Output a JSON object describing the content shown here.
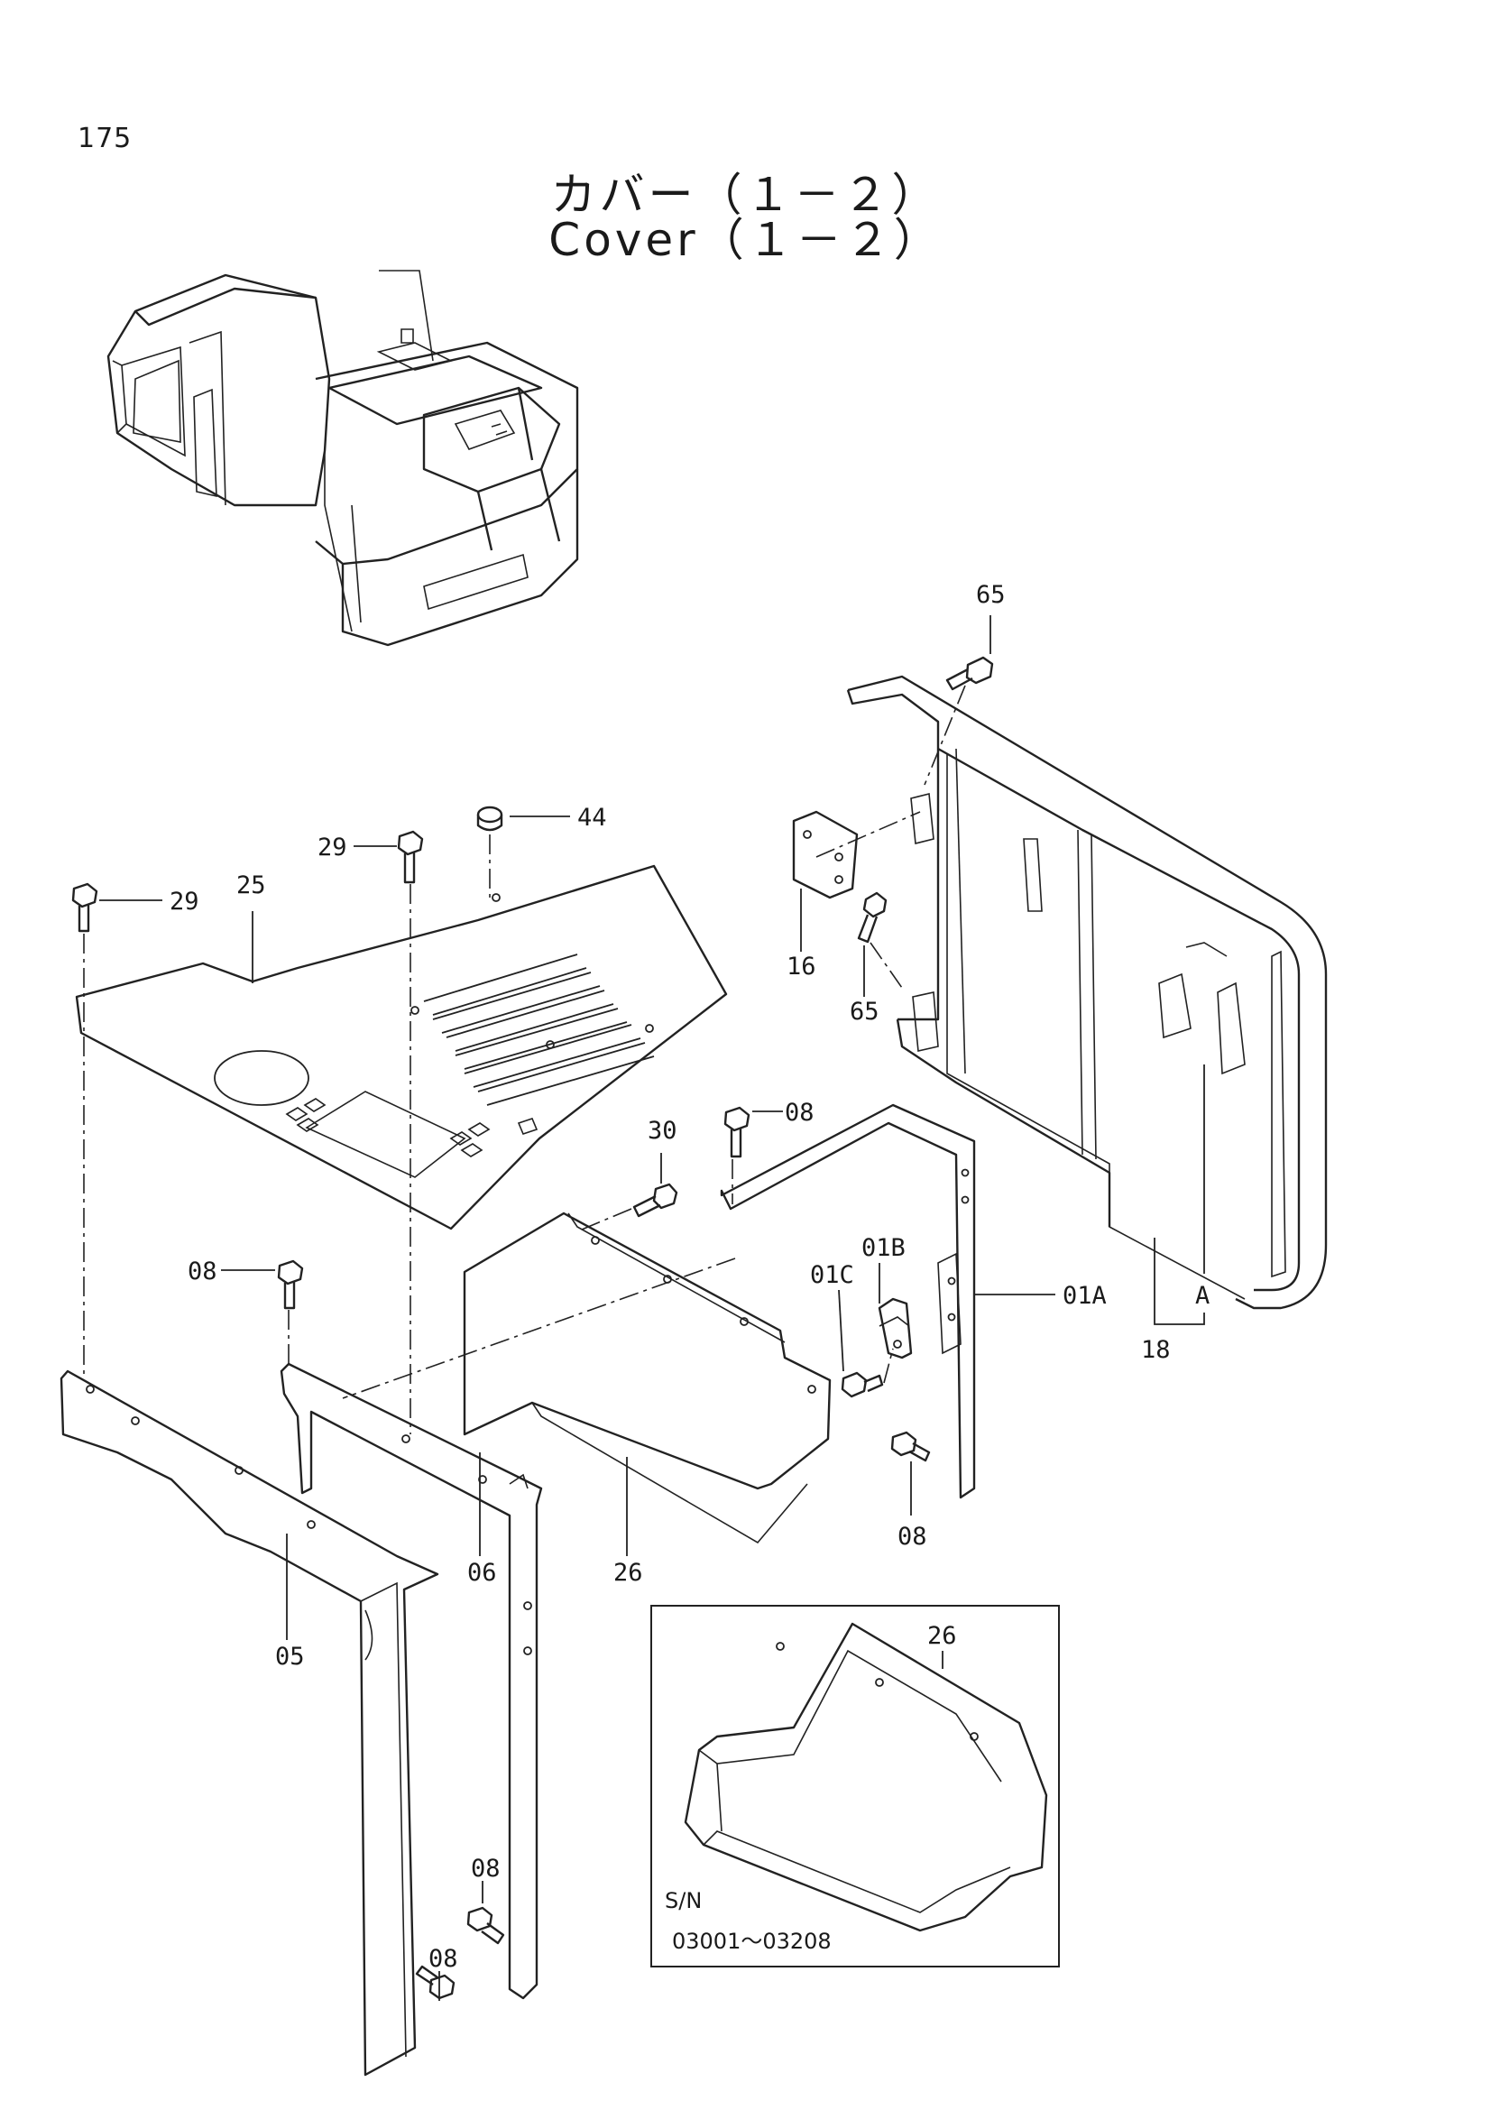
{
  "page_number": "175",
  "title_jp": "カバー（１－２）",
  "title_en": "Cover（１－２）",
  "callouts": {
    "c65_top": "65",
    "c44": "44",
    "c29_mid": "29",
    "c29_left": "29",
    "c25": "25",
    "c16": "16",
    "c65_bottom": "65",
    "c08_top": "08",
    "c30": "30",
    "c01B": "01B",
    "c01C": "01C",
    "c01A": "01A",
    "cA": "A",
    "c18": "18",
    "c08_left": "08",
    "c08_right": "08",
    "c26_main": "26",
    "c06": "06",
    "c05": "05",
    "c26_inset": "26",
    "c08_bottom_upper": "08",
    "c08_bottom_lower": "08"
  },
  "inset": {
    "sn_label": "S/N",
    "sn_range": "03001～03208"
  }
}
